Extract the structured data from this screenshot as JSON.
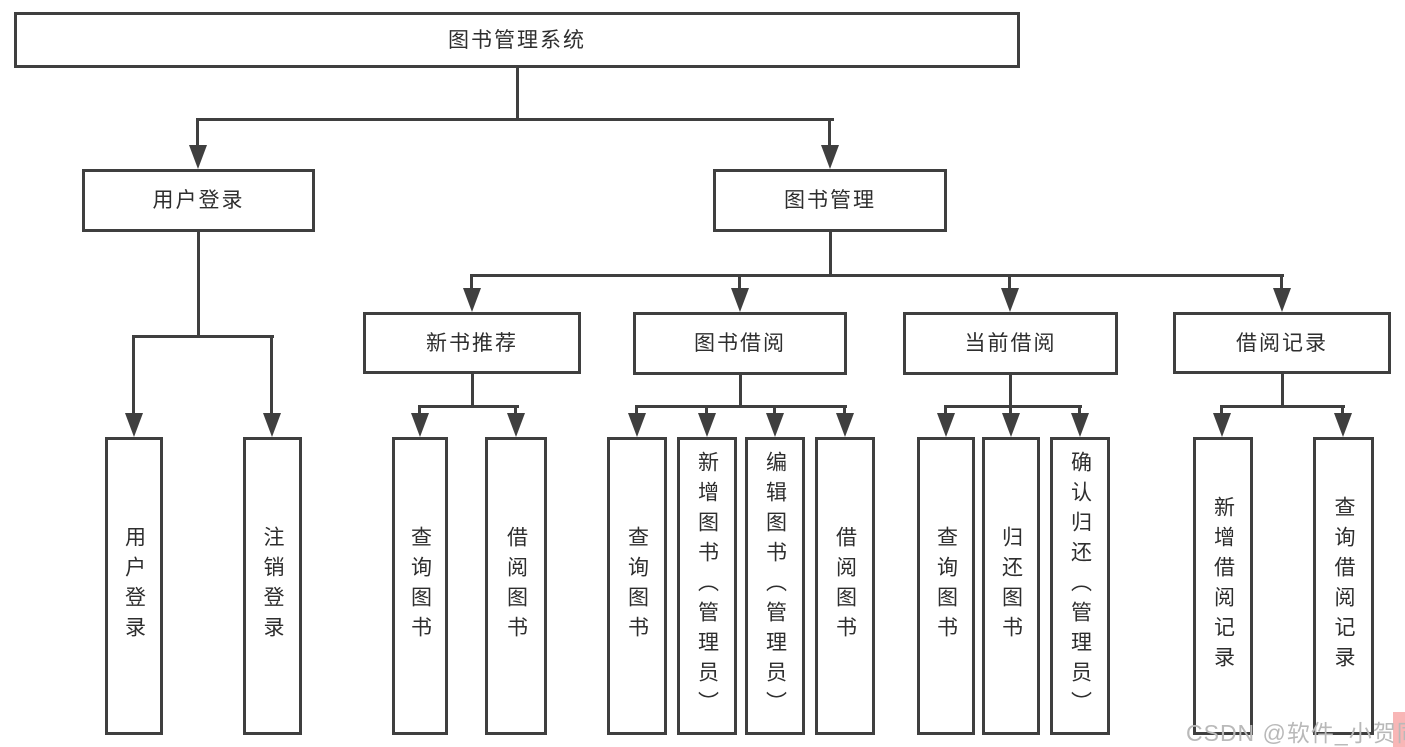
{
  "nodes": {
    "root": {
      "label": "图书管理系统"
    },
    "user_login": {
      "label": "用户登录"
    },
    "book_mgmt": {
      "label": "图书管理"
    },
    "new_book_rec": {
      "label": "新书推荐"
    },
    "book_borrow": {
      "label": "图书借阅"
    },
    "current_borrow": {
      "label": "当前借阅"
    },
    "borrow_records": {
      "label": "借阅记录"
    },
    "ul_login": {
      "label": "用户登录"
    },
    "ul_logout": {
      "label": "注销登录"
    },
    "nbr_query": {
      "label": "查询图书"
    },
    "nbr_borrow": {
      "label": "借阅图书"
    },
    "bb_query": {
      "label": "查询图书"
    },
    "bb_add": {
      "label": "新增图书（管理员）"
    },
    "bb_edit": {
      "label": "编辑图书（管理员）"
    },
    "bb_borrow": {
      "label": "借阅图书"
    },
    "cb_query": {
      "label": "查询图书"
    },
    "cb_return": {
      "label": "归还图书"
    },
    "cb_confirm": {
      "label": "确认归还（管理员）"
    },
    "br_add": {
      "label": "新增借阅记录"
    },
    "br_query": {
      "label": "查询借阅记录"
    }
  },
  "tree": {
    "root": [
      "user_login",
      "book_mgmt"
    ],
    "user_login": [
      "ul_login",
      "ul_logout"
    ],
    "book_mgmt": [
      "new_book_rec",
      "book_borrow",
      "current_borrow",
      "borrow_records"
    ],
    "new_book_rec": [
      "nbr_query",
      "nbr_borrow"
    ],
    "book_borrow": [
      "bb_query",
      "bb_add",
      "bb_edit",
      "bb_borrow"
    ],
    "current_borrow": [
      "cb_query",
      "cb_return",
      "cb_confirm"
    ],
    "borrow_records": [
      "br_add",
      "br_query"
    ]
  },
  "watermark": {
    "text": "CSDN @软件_小贺同学"
  },
  "colors": {
    "line": "#3f3f3f",
    "text": "#2e2e2e",
    "background": "#ffffff",
    "watermark_text": "#b9b9b9"
  }
}
